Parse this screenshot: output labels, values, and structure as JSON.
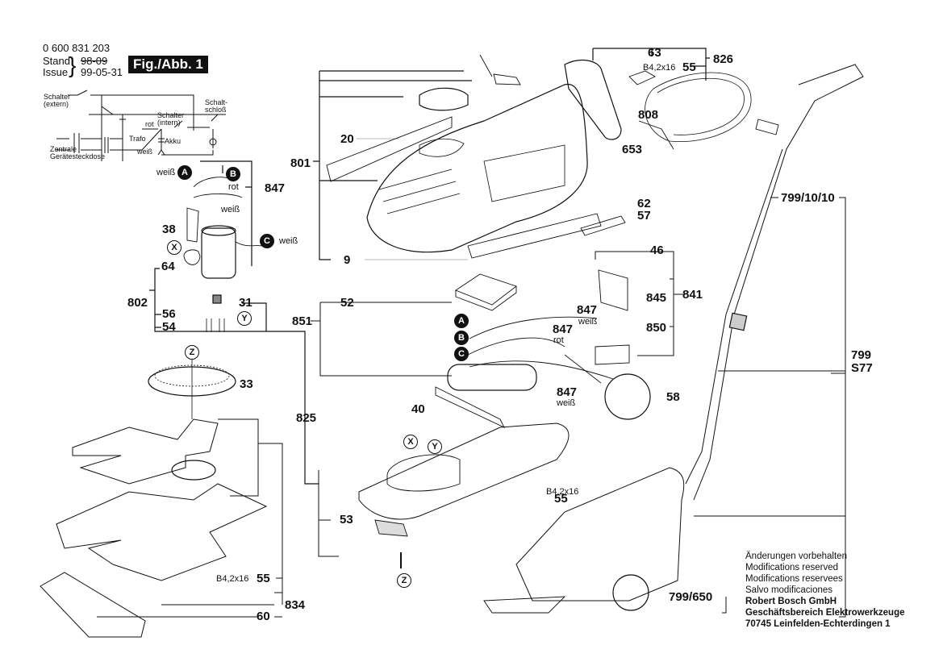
{
  "header": {
    "part_number": "0 600 831 203",
    "stand_label": "Stand",
    "issue_label": "Issue",
    "old_date": "98-09",
    "issue_date": "99-05-31",
    "figure": "Fig./Abb. 1"
  },
  "schematic": {
    "switch_external": "Schalter",
    "switch_external_sub": "(extern)",
    "switch_internal": "Schalter",
    "switch_internal_sub": "(intern)",
    "lock_a": "Schalt-",
    "lock_b": "schloß",
    "red": "rot",
    "white": "weiß",
    "trafo": "Trafo",
    "akku": "Akku",
    "socket_a": "Zentrale",
    "socket_b": "Gerätesteckdose"
  },
  "parts": {
    "p0600": "801",
    "p20": "20",
    "p9": "9",
    "p62": "62",
    "p57": "57",
    "p63": "63",
    "p55a": "55",
    "p826": "826",
    "p808": "808",
    "p653": "653",
    "screw": "B4,2x16",
    "p847a": "847",
    "p38": "38",
    "p64": "64",
    "p802": "802",
    "p31": "31",
    "p56": "56",
    "p54": "54",
    "p33": "33",
    "p825": "825",
    "p55b": "55",
    "p834": "834",
    "p60": "60",
    "p52": "52",
    "p851": "851",
    "p847b": "847",
    "p847c": "847",
    "p847d": "847",
    "p46": "46",
    "p845": "845",
    "p841": "841",
    "p850": "850",
    "p58": "58",
    "p40": "40",
    "p53": "53",
    "p55c": "55",
    "p799_10": "799/10/10",
    "p799": "799",
    "pS77": "S77",
    "p799_650": "799/650"
  },
  "wire_tags": {
    "A": "A",
    "B": "B",
    "C": "C",
    "X": "X",
    "Y": "Y",
    "Z": "Z",
    "white": "weiß",
    "red": "rot"
  },
  "footer": {
    "lines": [
      "Änderungen vorbehalten",
      "Modifications reserved",
      "Modifications reservees",
      "Salvo modificaciones"
    ],
    "company": "Robert Bosch GmbH",
    "division": "Geschäftsbereich Elektrowerkzeuge",
    "address": "70745 Leinfelden-Echterdingen 1"
  }
}
